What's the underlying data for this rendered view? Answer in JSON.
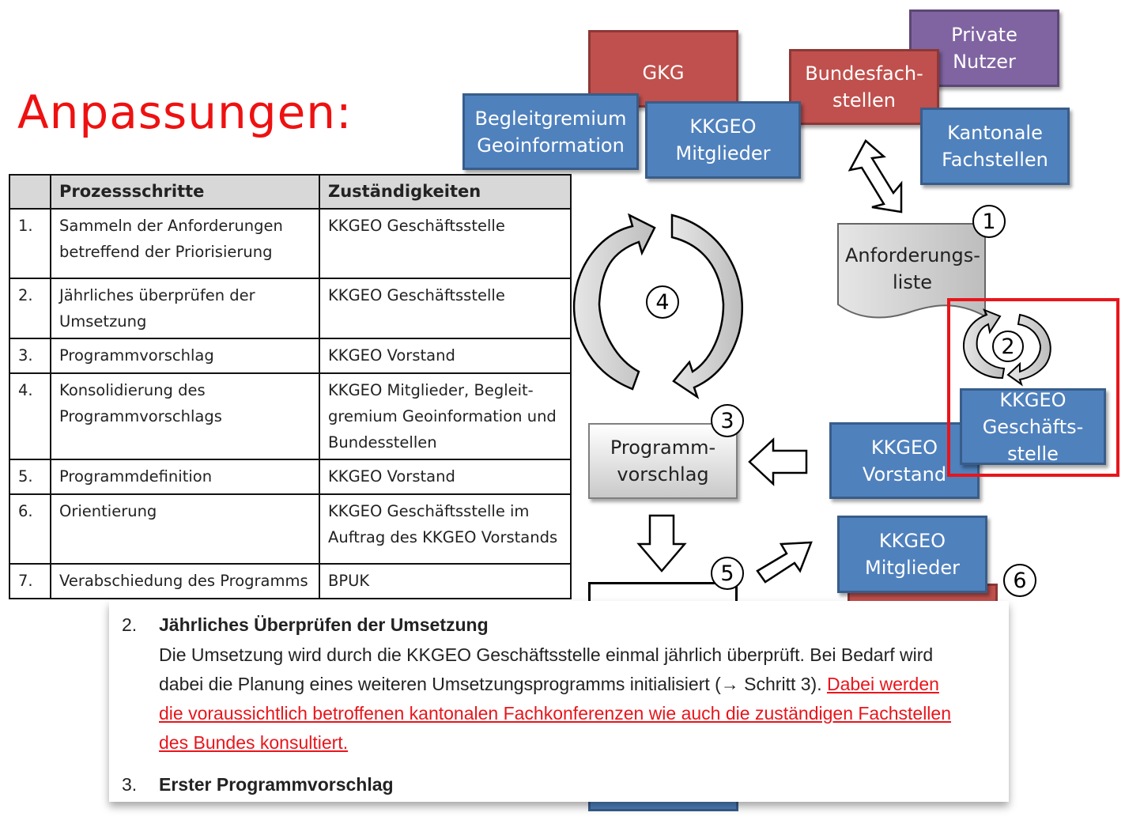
{
  "title": "Anpassungen:",
  "table": {
    "headers": [
      "",
      "Prozessschritte",
      "Zuständigkeiten"
    ],
    "rows": [
      {
        "nr": "1.",
        "step": "Sammeln der Anforderungen betreffend der Priorisierung",
        "resp": "KKGEO Geschäftsstelle"
      },
      {
        "nr": "2.",
        "step": "Jährliches überprüfen der Umsetzung",
        "resp": "KKGEO Geschäftsstelle"
      },
      {
        "nr": "3.",
        "step": "Programmvorschlag",
        "resp": "KKGEO Vorstand"
      },
      {
        "nr": "4.",
        "step": "Konsolidierung des Programmvorschlags",
        "resp": "KKGEO Mitglieder, Begleit-gremium Geoinformation und Bundesstellen"
      },
      {
        "nr": "5.",
        "step": "Programmdefinition",
        "resp": "KKGEO Vorstand"
      },
      {
        "nr": "6.",
        "step": "Orientierung",
        "resp": "KKGEO Geschäftsstelle im Auftrag des KKGEO Vorstands"
      },
      {
        "nr": "7.",
        "step": "Verabschiedung des Programms",
        "resp": "BPUK"
      }
    ]
  },
  "diagram": {
    "gkg": "GKG",
    "begleitgremium": "Begleitgremium Geoinformation",
    "kkgeo_mitglieder_top": "KKGEO Mitglieder",
    "bundesfachstellen": "Bundesfach-stellen",
    "private_nutzer": "Private Nutzer",
    "kantonale_fachstellen": "Kantonale Fachstellen",
    "anforderungsliste": "Anforderungs-liste",
    "programmvorschlag": "Programm-vorschlag",
    "kkgeo_vorstand": "KKGEO Vorstand",
    "kkgeo_geschaeftsstelle": "KKGEO Geschäfts-stelle",
    "kkgeo_mitglieder_bottom": "KKGEO Mitglieder",
    "step_numbers": [
      "1",
      "2",
      "3",
      "4",
      "5",
      "6"
    ]
  },
  "colors": {
    "blue": "#4f81bd",
    "red": "#c0504d",
    "purple": "#8064a2",
    "highlight": "#e8151b"
  },
  "excerpt": {
    "item2_num": "2.",
    "item2_title": "Jährliches Überprüfen der Umsetzung",
    "line1": "Die Umsetzung wird durch die KKGEO Geschäftsstelle einmal jährlich überprüft. Bei Bedarf wird",
    "line2_plain": "dabei die Planung eines weiteren Umsetzungsprogramms initialisiert (→ Schritt 3).",
    "line2_red": "Dabei werden",
    "line3_red": "die voraussichtlich betroffenen kantonalen Fachkonferenzen wie auch die zuständigen Fachstellen",
    "line4_red": "des Bundes konsultiert.",
    "item3_num": "3.",
    "item3_title": "Erster Programmvorschlag"
  }
}
